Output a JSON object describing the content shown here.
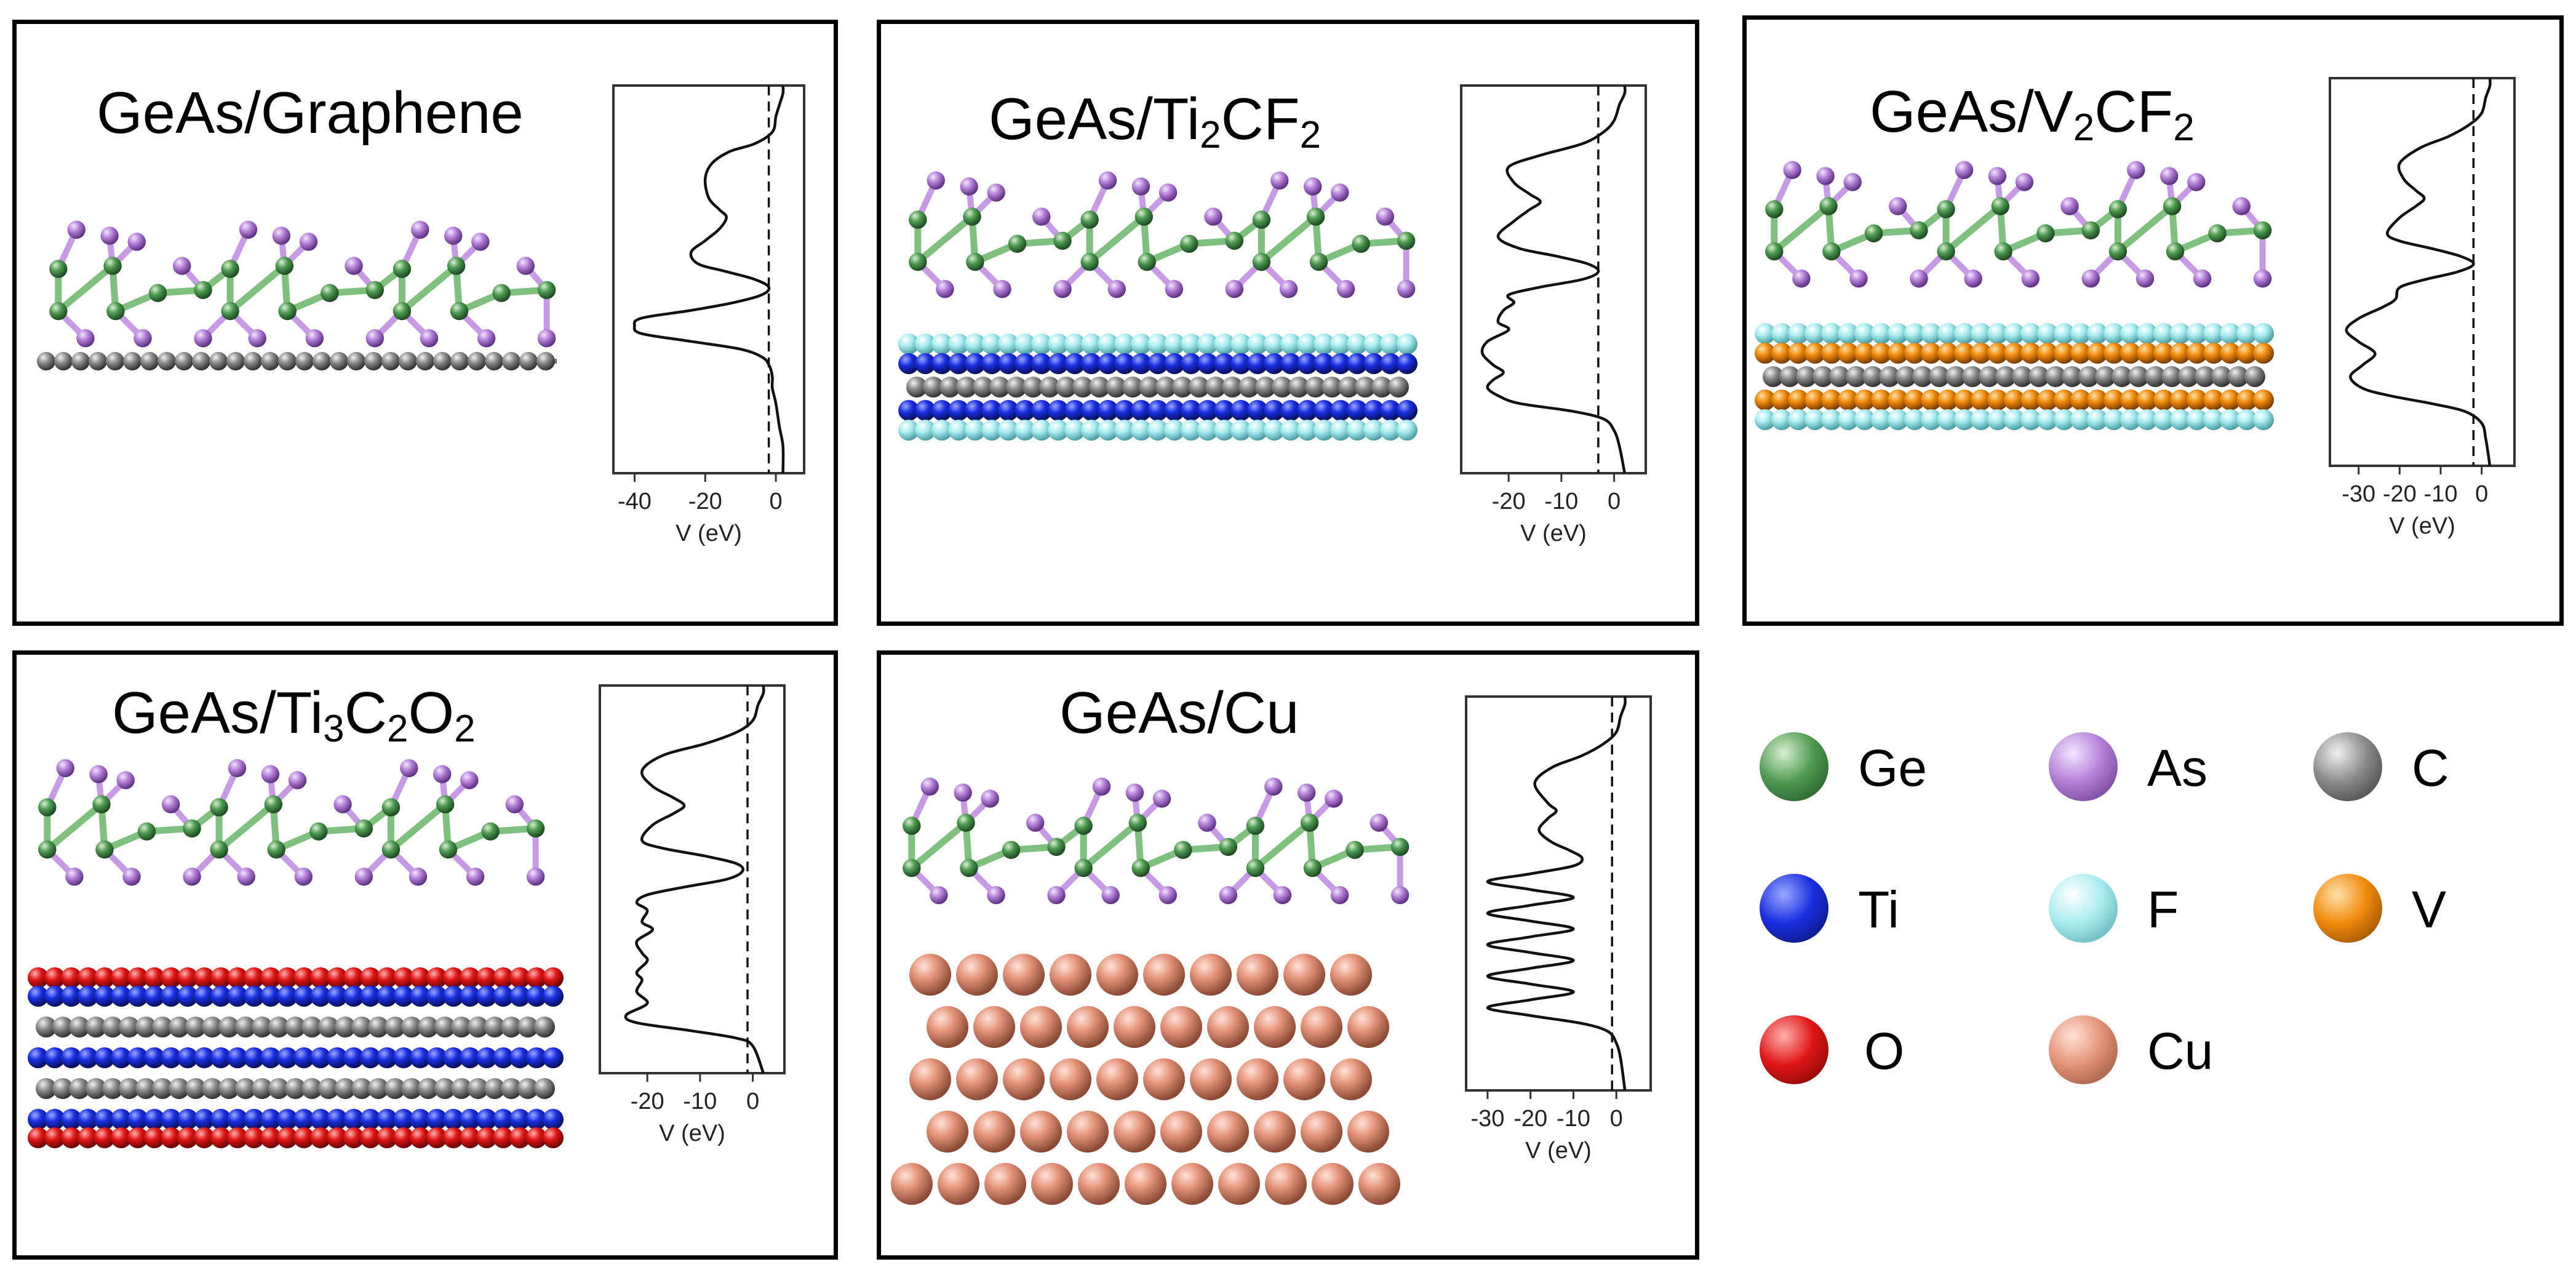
{
  "xlabel": "V (eV)",
  "panels": [
    {
      "title_parts": [
        [
          "GeAs/Graphene",
          false
        ]
      ],
      "substrate": "graphene",
      "chart_data": {
        "type": "line",
        "xlabel": "V (eV)",
        "xlim": [
          -46,
          8
        ],
        "xticks": [
          -40,
          -20,
          0
        ],
        "vline_x": -2,
        "series": [
          {
            "points": [
              [
                2,
                0
              ],
              [
                2,
                2
              ],
              [
                1,
                5
              ],
              [
                0,
                8
              ],
              [
                -1,
                12
              ],
              [
                -6,
                15
              ],
              [
                -13,
                17
              ],
              [
                -18,
                20
              ],
              [
                -20,
                24
              ],
              [
                -19,
                29
              ],
              [
                -16,
                32
              ],
              [
                -14,
                34
              ],
              [
                -16,
                37
              ],
              [
                -20,
                40
              ],
              [
                -24,
                43
              ],
              [
                -22,
                46
              ],
              [
                -14,
                48
              ],
              [
                -6,
                50
              ],
              [
                -2,
                52
              ],
              [
                -4,
                54
              ],
              [
                -12,
                56
              ],
              [
                -24,
                58
              ],
              [
                -38,
                60
              ],
              [
                -40,
                62
              ],
              [
                -38,
                64
              ],
              [
                -24,
                66
              ],
              [
                -10,
                68
              ],
              [
                -4,
                70
              ],
              [
                -2,
                72
              ],
              [
                -1,
                75
              ],
              [
                -1,
                78
              ],
              [
                0,
                82
              ],
              [
                1,
                88
              ],
              [
                2,
                93
              ],
              [
                2,
                100
              ]
            ]
          }
        ]
      }
    },
    {
      "title_parts": [
        [
          "GeAs/Ti",
          false
        ],
        [
          "2",
          true
        ],
        [
          "CF",
          false
        ],
        [
          "2",
          true
        ]
      ],
      "substrate": "ti2cf2",
      "chart_data": {
        "type": "line",
        "xlabel": "V (eV)",
        "xlim": [
          -29,
          6
        ],
        "xticks": [
          -20,
          -10,
          0
        ],
        "vline_x": -3,
        "series": [
          {
            "points": [
              [
                2,
                0
              ],
              [
                2,
                2
              ],
              [
                1,
                5
              ],
              [
                0,
                9
              ],
              [
                -2,
                12
              ],
              [
                -6,
                15
              ],
              [
                -14,
                18
              ],
              [
                -20,
                21
              ],
              [
                -19,
                25
              ],
              [
                -16,
                28
              ],
              [
                -14,
                30
              ],
              [
                -16,
                32
              ],
              [
                -19,
                35
              ],
              [
                -22,
                39
              ],
              [
                -18,
                42
              ],
              [
                -11,
                44
              ],
              [
                -5,
                46
              ],
              [
                -3,
                48
              ],
              [
                -6,
                50
              ],
              [
                -14,
                52
              ],
              [
                -20,
                54
              ],
              [
                -19,
                56
              ],
              [
                -21,
                58
              ],
              [
                -22,
                61
              ],
              [
                -20,
                63
              ],
              [
                -24,
                66
              ],
              [
                -25,
                69
              ],
              [
                -23,
                72
              ],
              [
                -21,
                74
              ],
              [
                -23,
                76
              ],
              [
                -24,
                78
              ],
              [
                -22,
                80
              ],
              [
                -18,
                82
              ],
              [
                -8,
                84
              ],
              [
                -2,
                86
              ],
              [
                0,
                89
              ],
              [
                1,
                93
              ],
              [
                2,
                100
              ]
            ]
          }
        ]
      }
    },
    {
      "title_parts": [
        [
          "GeAs/V",
          false
        ],
        [
          "2",
          true
        ],
        [
          "CF",
          false
        ],
        [
          "2",
          true
        ]
      ],
      "substrate": "v2cf2",
      "chart_data": {
        "type": "line",
        "xlabel": "V (eV)",
        "xlim": [
          -37,
          8
        ],
        "xticks": [
          -30,
          -20,
          -10,
          0
        ],
        "vline_x": -2,
        "series": [
          {
            "points": [
              [
                2,
                0
              ],
              [
                2,
                2
              ],
              [
                1,
                5
              ],
              [
                0,
                9
              ],
              [
                -3,
                12
              ],
              [
                -8,
                15
              ],
              [
                -15,
                18
              ],
              [
                -20,
                22
              ],
              [
                -19,
                26
              ],
              [
                -16,
                29
              ],
              [
                -14,
                31
              ],
              [
                -16,
                33
              ],
              [
                -20,
                36
              ],
              [
                -23,
                40
              ],
              [
                -20,
                42
              ],
              [
                -12,
                44
              ],
              [
                -5,
                46
              ],
              [
                -2,
                48
              ],
              [
                -6,
                50
              ],
              [
                -14,
                52
              ],
              [
                -20,
                54
              ],
              [
                -21,
                57
              ],
              [
                -24,
                59
              ],
              [
                -30,
                62
              ],
              [
                -33,
                65
              ],
              [
                -30,
                68
              ],
              [
                -26,
                71
              ],
              [
                -29,
                74
              ],
              [
                -32,
                77
              ],
              [
                -29,
                80
              ],
              [
                -22,
                82
              ],
              [
                -12,
                84
              ],
              [
                -4,
                86
              ],
              [
                0,
                89
              ],
              [
                1,
                93
              ],
              [
                2,
                100
              ]
            ]
          }
        ]
      }
    },
    {
      "title_parts": [
        [
          "GeAs/Ti",
          false
        ],
        [
          "3",
          true
        ],
        [
          "C",
          false
        ],
        [
          "2",
          true
        ],
        [
          "O",
          false
        ],
        [
          "2",
          true
        ]
      ],
      "substrate": "ti3c2o2",
      "chart_data": {
        "type": "line",
        "xlabel": "V (eV)",
        "xlim": [
          -29,
          6
        ],
        "xticks": [
          -20,
          -10,
          0
        ],
        "vline_x": -1,
        "series": [
          {
            "points": [
              [
                2,
                0
              ],
              [
                2,
                2
              ],
              [
                1,
                5
              ],
              [
                0,
                9
              ],
              [
                -3,
                12
              ],
              [
                -9,
                15
              ],
              [
                -17,
                18
              ],
              [
                -21,
                22
              ],
              [
                -19,
                26
              ],
              [
                -15,
                29
              ],
              [
                -13,
                31
              ],
              [
                -15,
                33
              ],
              [
                -19,
                36
              ],
              [
                -21,
                40
              ],
              [
                -17,
                42
              ],
              [
                -9,
                44
              ],
              [
                -3,
                46
              ],
              [
                -2,
                48
              ],
              [
                -5,
                50
              ],
              [
                -13,
                52
              ],
              [
                -20,
                54
              ],
              [
                -22,
                56
              ],
              [
                -20,
                58
              ],
              [
                -21,
                61
              ],
              [
                -19,
                63
              ],
              [
                -22,
                66
              ],
              [
                -21,
                69
              ],
              [
                -20,
                71
              ],
              [
                -22,
                74
              ],
              [
                -21,
                76
              ],
              [
                -22,
                79
              ],
              [
                -20,
                82
              ],
              [
                -24,
                85
              ],
              [
                -22,
                87
              ],
              [
                -12,
                89
              ],
              [
                -3,
                91
              ],
              [
                0,
                93
              ],
              [
                2,
                100
              ]
            ]
          }
        ]
      }
    },
    {
      "title_parts": [
        [
          "GeAs/Cu",
          false
        ]
      ],
      "substrate": "cu",
      "chart_data": {
        "type": "line",
        "xlabel": "V (eV)",
        "xlim": [
          -35,
          8
        ],
        "xticks": [
          -30,
          -20,
          -10,
          0
        ],
        "vline_x": -1,
        "series": [
          {
            "points": [
              [
                2,
                0
              ],
              [
                2,
                2
              ],
              [
                1,
                5
              ],
              [
                0,
                9
              ],
              [
                -3,
                12
              ],
              [
                -8,
                15
              ],
              [
                -15,
                18
              ],
              [
                -19,
                22
              ],
              [
                -16,
                27
              ],
              [
                -14,
                29
              ],
              [
                -16,
                31
              ],
              [
                -18,
                34
              ],
              [
                -15,
                37
              ],
              [
                -11,
                39
              ],
              [
                -8,
                41
              ],
              [
                -10,
                43
              ],
              [
                -20,
                45
              ],
              [
                -30,
                47
              ],
              [
                -20,
                49
              ],
              [
                -10,
                51
              ],
              [
                -20,
                53
              ],
              [
                -30,
                55
              ],
              [
                -20,
                57
              ],
              [
                -10,
                59
              ],
              [
                -20,
                61
              ],
              [
                -30,
                63
              ],
              [
                -20,
                65
              ],
              [
                -10,
                67
              ],
              [
                -20,
                69
              ],
              [
                -30,
                71
              ],
              [
                -20,
                73
              ],
              [
                -10,
                75
              ],
              [
                -20,
                77
              ],
              [
                -30,
                79
              ],
              [
                -20,
                81
              ],
              [
                -8,
                83
              ],
              [
                -2,
                85
              ],
              [
                0,
                88
              ],
              [
                1,
                92
              ],
              [
                2,
                100
              ]
            ]
          }
        ]
      }
    }
  ],
  "legend": [
    {
      "label": "Ge",
      "color": "#4f9a52"
    },
    {
      "label": "As",
      "color": "#b47fd8"
    },
    {
      "label": "C",
      "color": "#8a8a8a"
    },
    {
      "label": "Ti",
      "color": "#1a2ee0"
    },
    {
      "label": "F",
      "color": "#a8ecf0"
    },
    {
      "label": "V",
      "color": "#f08a0c"
    },
    {
      "label": "O",
      "color": "#e01515"
    },
    {
      "label": "Cu",
      "color": "#e49278"
    }
  ]
}
